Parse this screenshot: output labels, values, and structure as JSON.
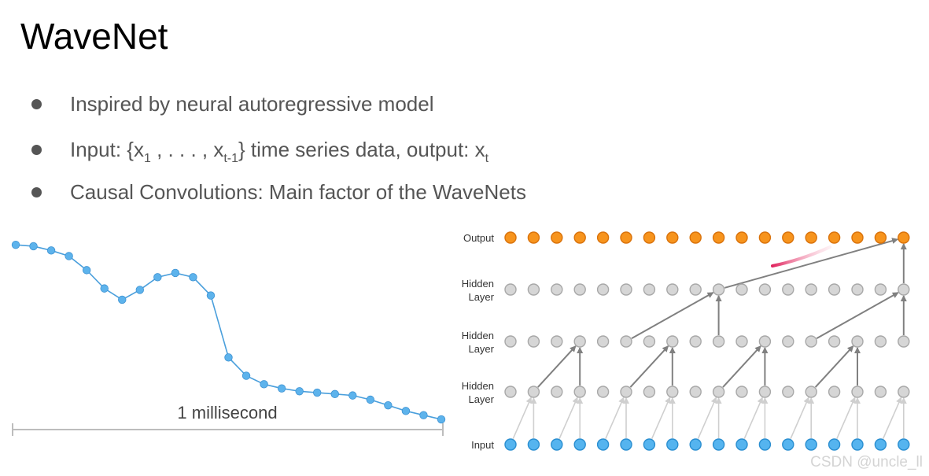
{
  "slide": {
    "title": "WaveNet",
    "bullets": [
      {
        "parts": [
          {
            "t": "Inspired by neural autoregressive model"
          }
        ]
      },
      {
        "parts": [
          {
            "t": "Input: {x"
          },
          {
            "sub": "1"
          },
          {
            "t": " , . . . , x"
          },
          {
            "sub": "t-1"
          },
          {
            "t": "}  time series data, output: x"
          },
          {
            "sub": "t"
          }
        ]
      },
      {
        "parts": [
          {
            "t": "Causal Convolutions: Main factor of the WaveNets"
          }
        ]
      }
    ]
  },
  "colors": {
    "series_line": "#4a9fdc",
    "series_point": "#5db3ec",
    "output_node": "#f7941d",
    "input_node": "#55b4ef",
    "hidden_node": "#d6d6d6",
    "edge_dark": "#808080",
    "edge_light": "#cfcfcf",
    "bullet_text": "#555555"
  },
  "chart_data": {
    "type": "line",
    "title": "",
    "xlabel": "1 millisecond",
    "ylabel": "",
    "grid": false,
    "x": [
      0,
      1,
      2,
      3,
      4,
      5,
      6,
      7,
      8,
      9,
      10,
      11,
      12,
      13,
      14,
      15,
      16,
      17,
      18,
      19,
      20,
      21,
      22,
      23,
      24
    ],
    "y": [
      0.96,
      0.95,
      0.92,
      0.88,
      0.78,
      0.65,
      0.57,
      0.64,
      0.73,
      0.76,
      0.73,
      0.6,
      0.16,
      0.03,
      -0.03,
      -0.06,
      -0.08,
      -0.09,
      -0.1,
      -0.11,
      -0.14,
      -0.18,
      -0.22,
      -0.25,
      -0.28
    ],
    "ylim": [
      -0.33,
      1.0
    ]
  },
  "wavenet": {
    "layer_labels": {
      "output": "Output",
      "hidden3": "Hidden\nLayer",
      "hidden2": "Hidden\nLayer",
      "hidden1": "Hidden\nLayer",
      "input": "Input"
    },
    "nodes_per_layer": 18,
    "dilations": {
      "hidden1": 1,
      "hidden2": 2,
      "hidden3": 4,
      "output": 8
    }
  },
  "watermark": "CSDN @uncle_ll"
}
